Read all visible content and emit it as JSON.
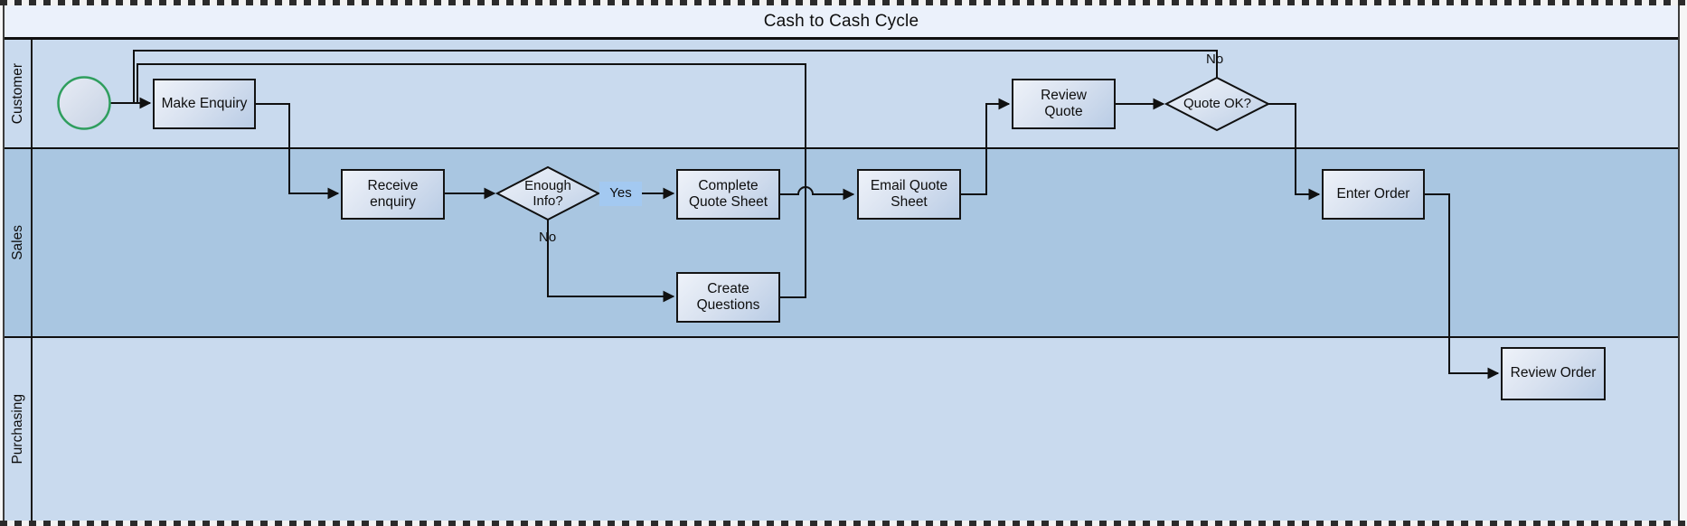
{
  "diagram": {
    "title": "Cash to Cash Cycle"
  },
  "lanes": [
    {
      "label": "Customer"
    },
    {
      "label": "Sales"
    },
    {
      "label": "Purchasing"
    }
  ],
  "nodes": {
    "start_event": {
      "name": "start-event-circle"
    },
    "make_enquiry": {
      "label": "Make Enquiry"
    },
    "receive_enquiry": {
      "label": "Receive enquiry"
    },
    "enough_info": {
      "label": "Enough Info?"
    },
    "complete_quote_sheet": {
      "label": "Complete Quote Sheet"
    },
    "create_questions": {
      "label": "Create Questions"
    },
    "email_quote_sheet": {
      "label": "Email Quote Sheet"
    },
    "review_quote": {
      "label": "Review Quote"
    },
    "quote_ok": {
      "label": "Quote OK?"
    },
    "enter_order": {
      "label": "Enter Order"
    },
    "review_order": {
      "label": "Review Order"
    }
  },
  "edge_labels": {
    "yes": "Yes",
    "no_enough_info": "No",
    "no_quote_ok": "No"
  },
  "colors": {
    "lane_light": "#c9daee",
    "lane_dark": "#a9c6e1",
    "title_bg": "#ebf1fb",
    "node_fill_top": "#eef2f9",
    "node_fill_bottom": "#b9cce5",
    "start_event_stroke": "#2f9e5e",
    "yes_highlight": "#a3c9f1",
    "connector": "#101010"
  }
}
